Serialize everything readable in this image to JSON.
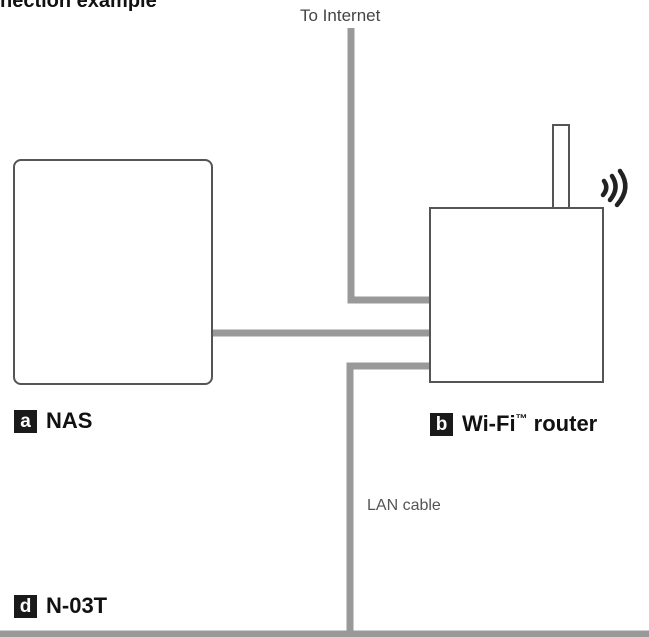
{
  "heading": "nection example",
  "connections": {
    "internet_label": "To Internet",
    "lan_cable_label": "LAN cable"
  },
  "devices": {
    "nas": {
      "badge": "a",
      "name": "NAS"
    },
    "router": {
      "badge": "b",
      "name": "Wi-Fi",
      "trademark": "™",
      "suffix": " router"
    },
    "n03t": {
      "badge": "d",
      "name": "N-03T"
    }
  },
  "icons": [
    "wifi-signal-icon",
    "antenna-icon"
  ],
  "colors": {
    "line": "#999999",
    "outline": "#555555",
    "badge": "#1a1a1a"
  }
}
